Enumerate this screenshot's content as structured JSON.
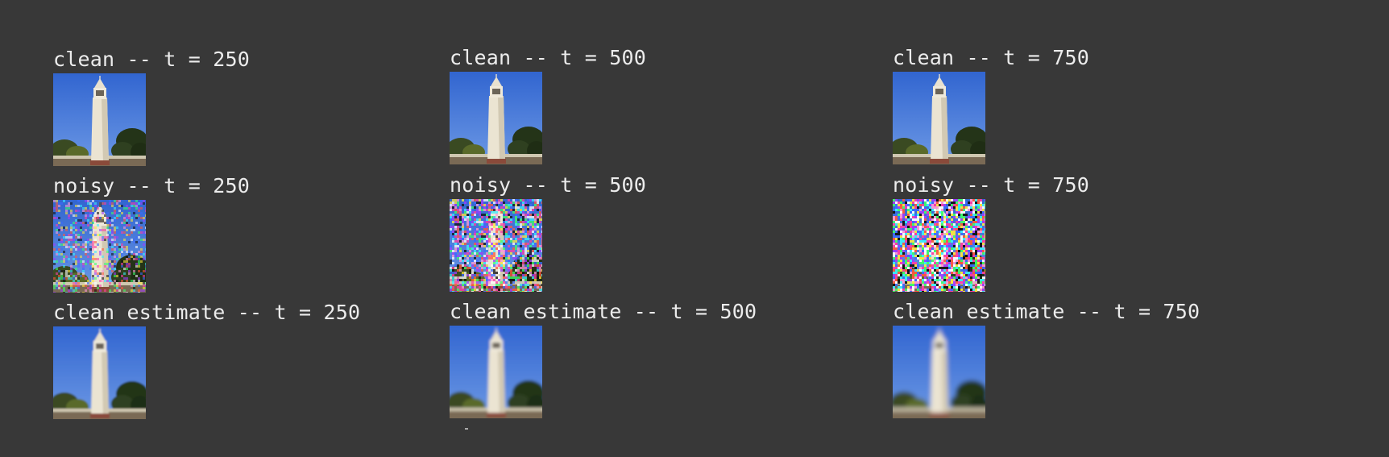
{
  "grid": {
    "rows": [
      {
        "kind": "clean",
        "cells": [
          {
            "caption": "clean -- t = 250",
            "image": "campanile-clean"
          },
          {
            "caption": "clean -- t = 500",
            "image": "campanile-clean"
          },
          {
            "caption": "clean -- t = 750",
            "image": "campanile-clean"
          }
        ]
      },
      {
        "kind": "noisy",
        "cells": [
          {
            "caption": "noisy -- t = 250",
            "image": "campanile-noisy",
            "noise_level": 0.35
          },
          {
            "caption": "noisy -- t = 500",
            "image": "campanile-noisy",
            "noise_level": 0.65
          },
          {
            "caption": "noisy -- t = 750",
            "image": "campanile-noisy",
            "noise_level": 0.9
          }
        ]
      },
      {
        "kind": "estimate",
        "cells": [
          {
            "caption": "clean estimate -- t = 250",
            "image": "campanile-estimate",
            "blur_level": 0.15
          },
          {
            "caption": "clean estimate -- t = 500",
            "image": "campanile-estimate",
            "blur_level": 0.45
          },
          {
            "caption": "clean estimate -- t = 750",
            "image": "campanile-estimate",
            "blur_level": 0.85
          }
        ]
      }
    ]
  },
  "colors": {
    "background": "#383838",
    "text": "#ececec",
    "sky": "#3f74d8",
    "tower": "#ece6d6",
    "trees": "#2e3b1e"
  }
}
